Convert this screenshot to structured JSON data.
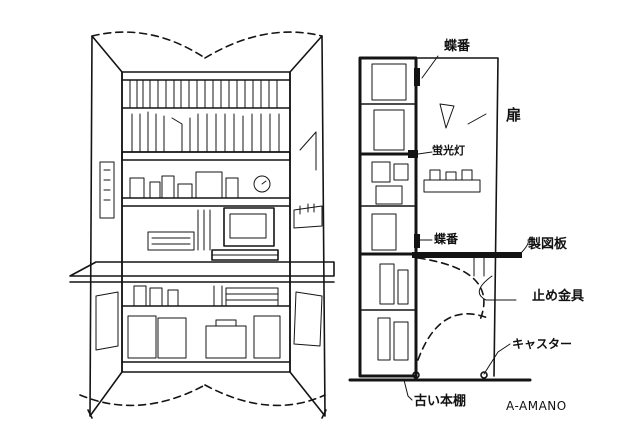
{
  "labels": {
    "hinge_top": "蝶番",
    "door": "扉",
    "fluorescent_light": "蛍光灯",
    "hinge_mid": "蝶番",
    "desk_top_board": "製図板",
    "stopper_bracket": "止め金具",
    "caster": "キャスター",
    "old_bookshelf": "古い本棚"
  },
  "signature": "A-AMANO"
}
